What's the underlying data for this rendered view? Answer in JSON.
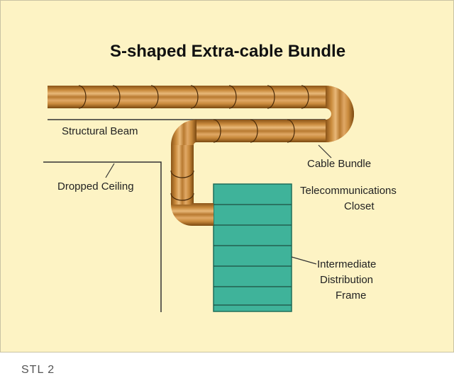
{
  "diagram": {
    "title": "S-shaped Extra-cable Bundle",
    "labels": {
      "structural_beam": "Structural Beam",
      "dropped_ceiling": "Dropped Ceiling",
      "cable_bundle": "Cable Bundle",
      "closet_line1": "Telecommunications",
      "closet_line2": "Closet",
      "idf_line1": "Intermediate",
      "idf_line2": "Distribution",
      "idf_line3": "Frame"
    },
    "colors": {
      "background": "#fdf3c4",
      "cable_outer": "#8a5418",
      "cable_mid": "#c98a3c",
      "cable_highlight": "#e8b878",
      "frame_fill": "#3fb39a",
      "frame_stroke": "#1e6e5a",
      "line": "#222222"
    }
  },
  "footer": {
    "caption": "STL 2"
  }
}
